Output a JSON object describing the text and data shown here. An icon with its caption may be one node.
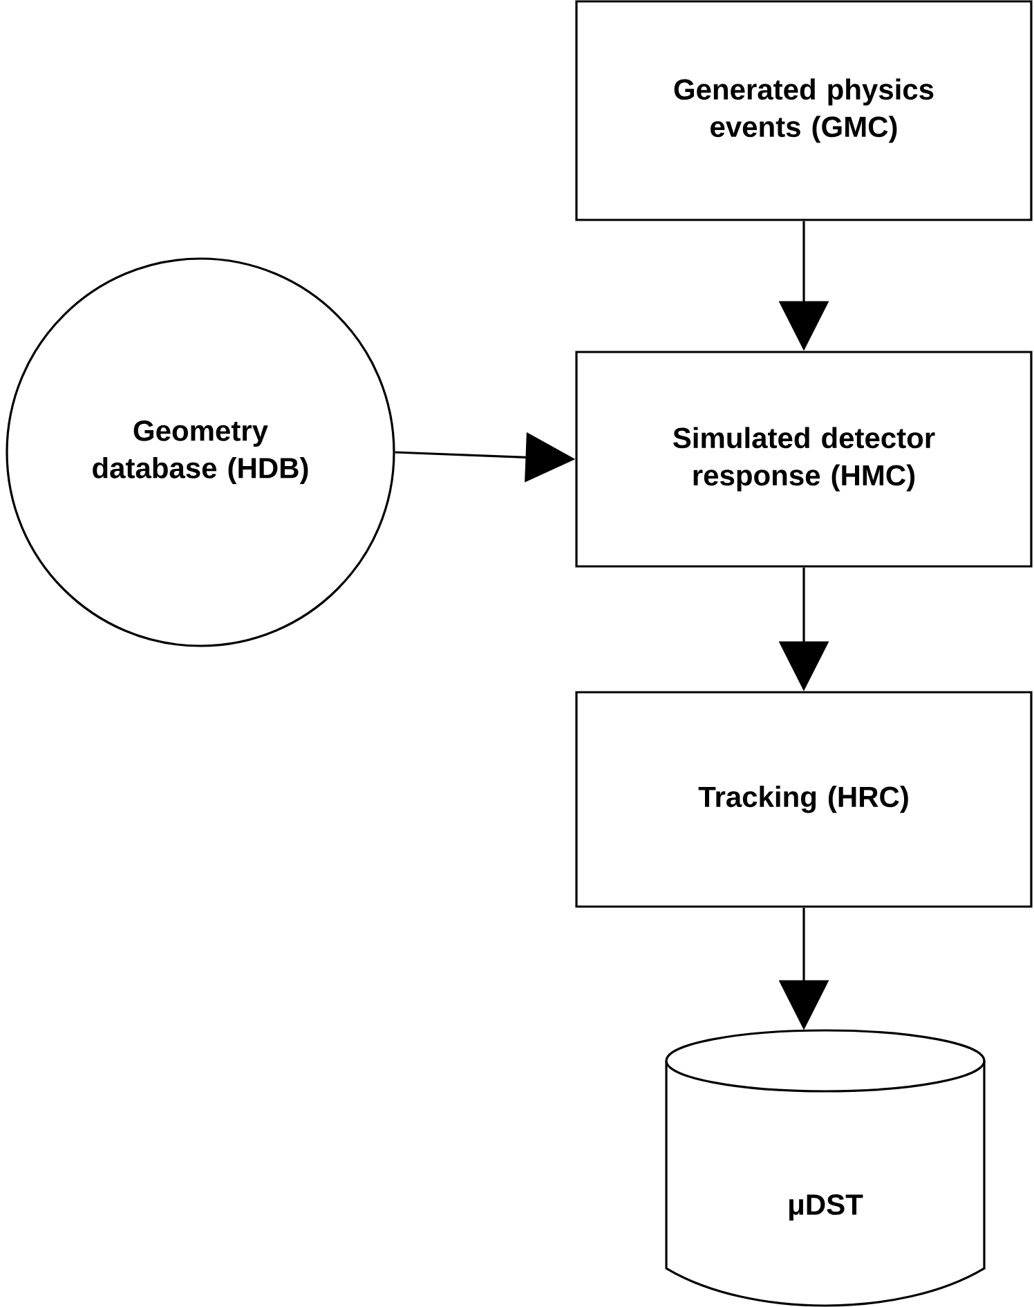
{
  "diagram": {
    "nodes": [
      {
        "text": [
          "Generated physics events (GMC)"
        ]
      },
      {
        "text": [
          "Geometry database (HDB)"
        ]
      },
      {
        "text": [
          "Simulated detector response (HMC)"
        ]
      },
      {
        "text": [
          "Tracking (HRC)"
        ]
      },
      {
        "text": [
          "μDST"
        ]
      }
    ],
    "edges": [
      {
        "from": 0,
        "to": 2,
        "arrow": "to"
      },
      {
        "from": 1,
        "to": 2,
        "arrow": "to"
      },
      {
        "from": 2,
        "to": 3,
        "arrow": "to"
      },
      {
        "from": 3,
        "to": 4,
        "arrow": "to"
      }
    ]
  }
}
